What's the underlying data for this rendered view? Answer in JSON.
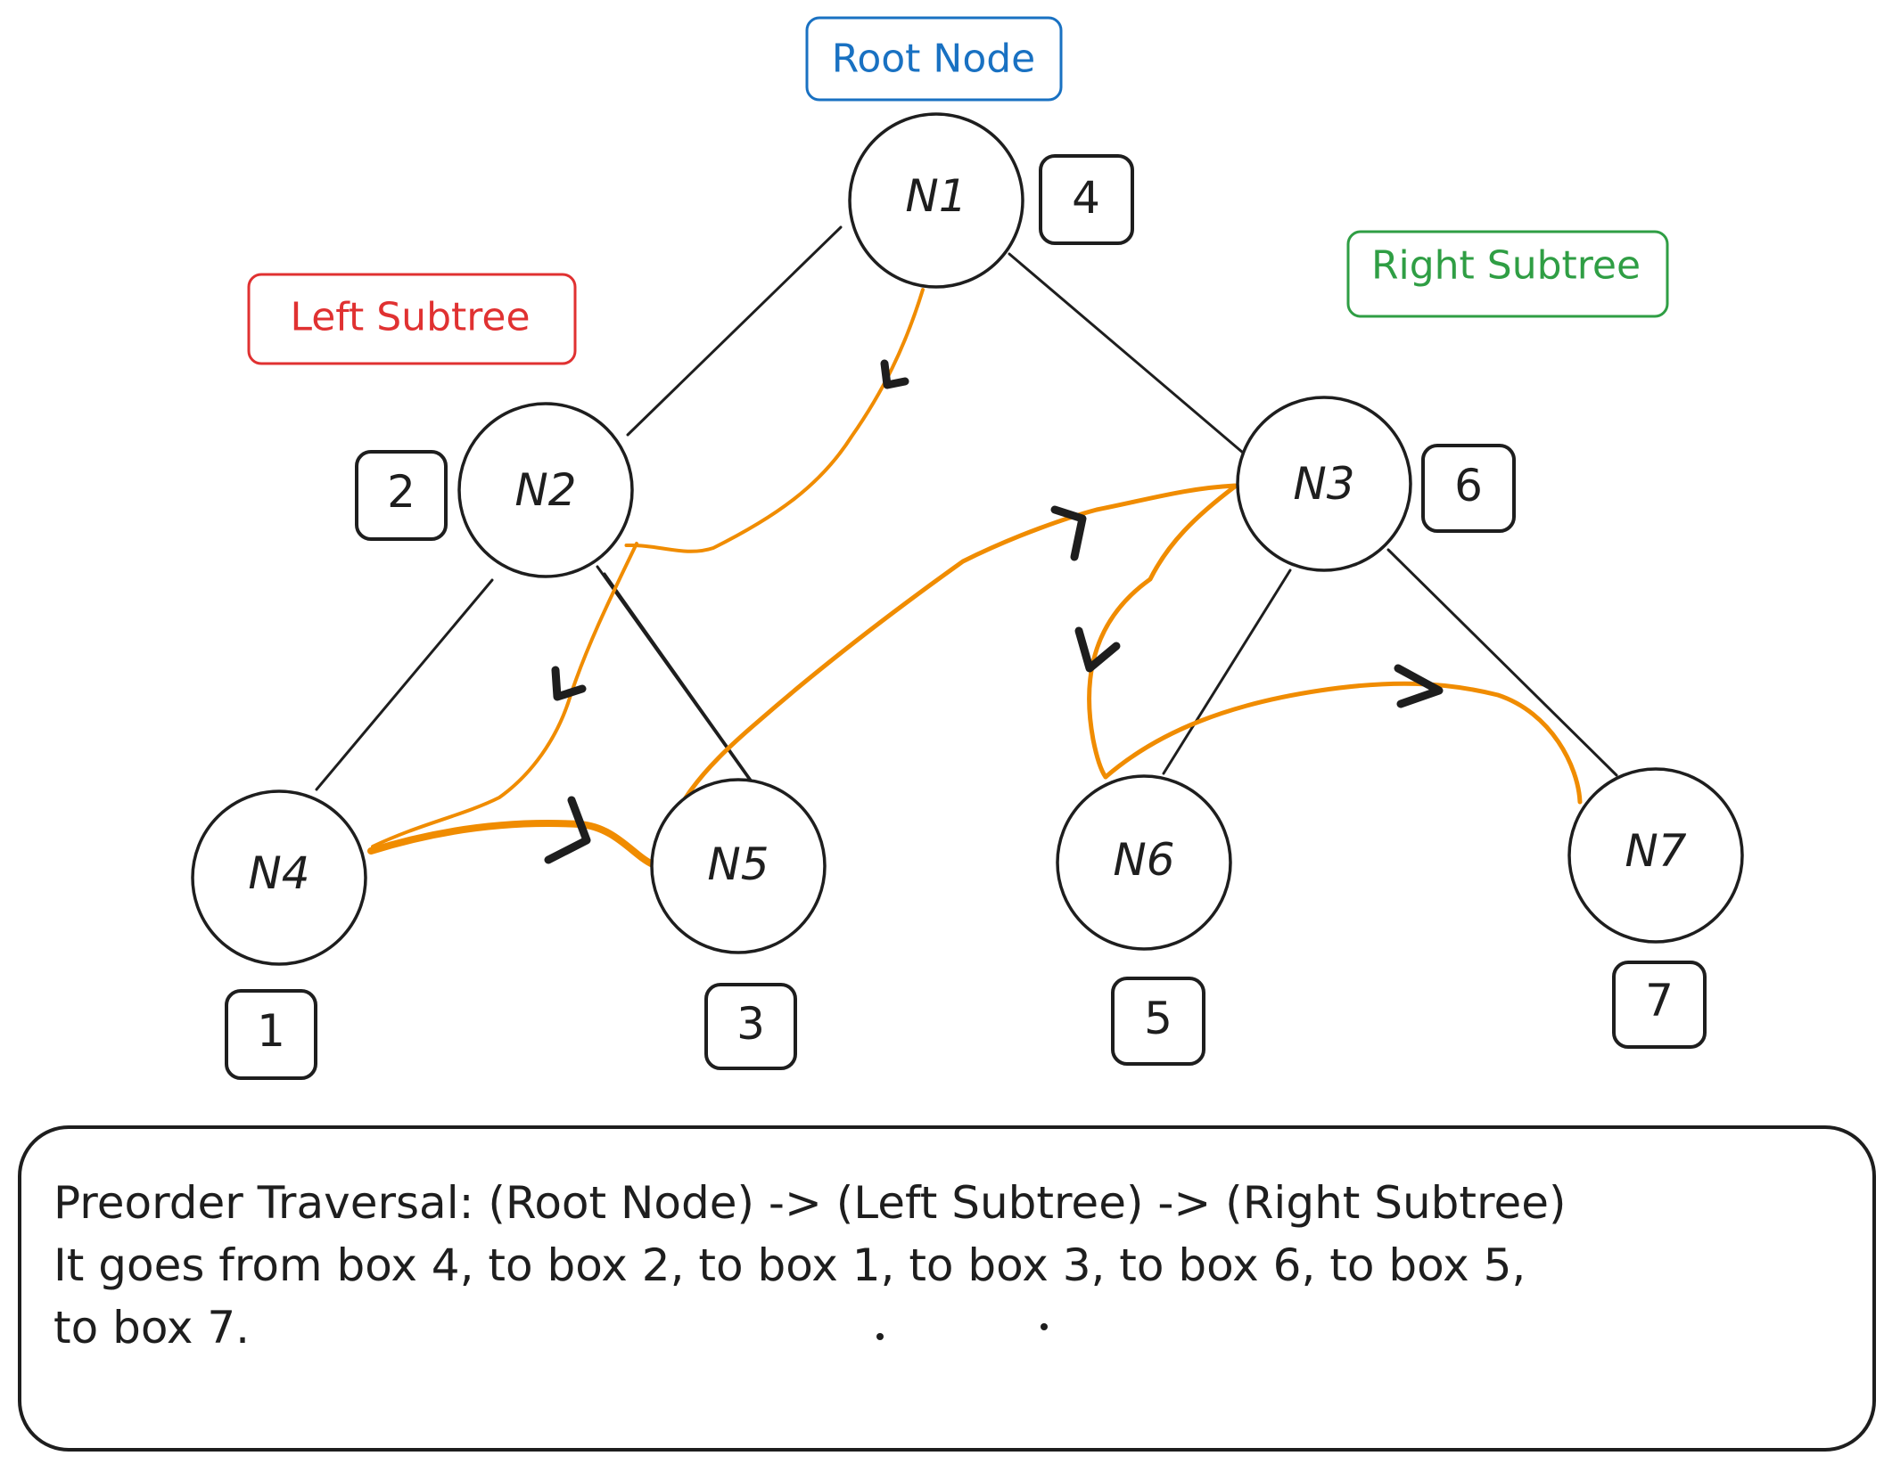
{
  "tags": {
    "root": {
      "label": "Root Node",
      "color": "#1971c2"
    },
    "left": {
      "label": "Left Subtree",
      "color": "#e03131"
    },
    "right": {
      "label": "Right Subtree",
      "color": "#2f9e44"
    }
  },
  "nodes": {
    "n1": "N1",
    "n2": "N2",
    "n3": "N3",
    "n4": "N4",
    "n5": "N5",
    "n6": "N6",
    "n7": "N7"
  },
  "order_boxes": {
    "n1": "4",
    "n2": "2",
    "n3": "6",
    "n4": "1",
    "n5": "3",
    "n6": "5",
    "n7": "7"
  },
  "colors": {
    "ink": "#1e1e1e",
    "traversal_path": "#f08c00"
  },
  "note": {
    "line1": "Preorder Traversal: (Root Node) -> (Left Subtree) -> (Right Subtree)",
    "line2": "It goes from box 4, to box 2, to box 1, to box 3, to box 6, to box 5,",
    "line3": "to box 7."
  }
}
